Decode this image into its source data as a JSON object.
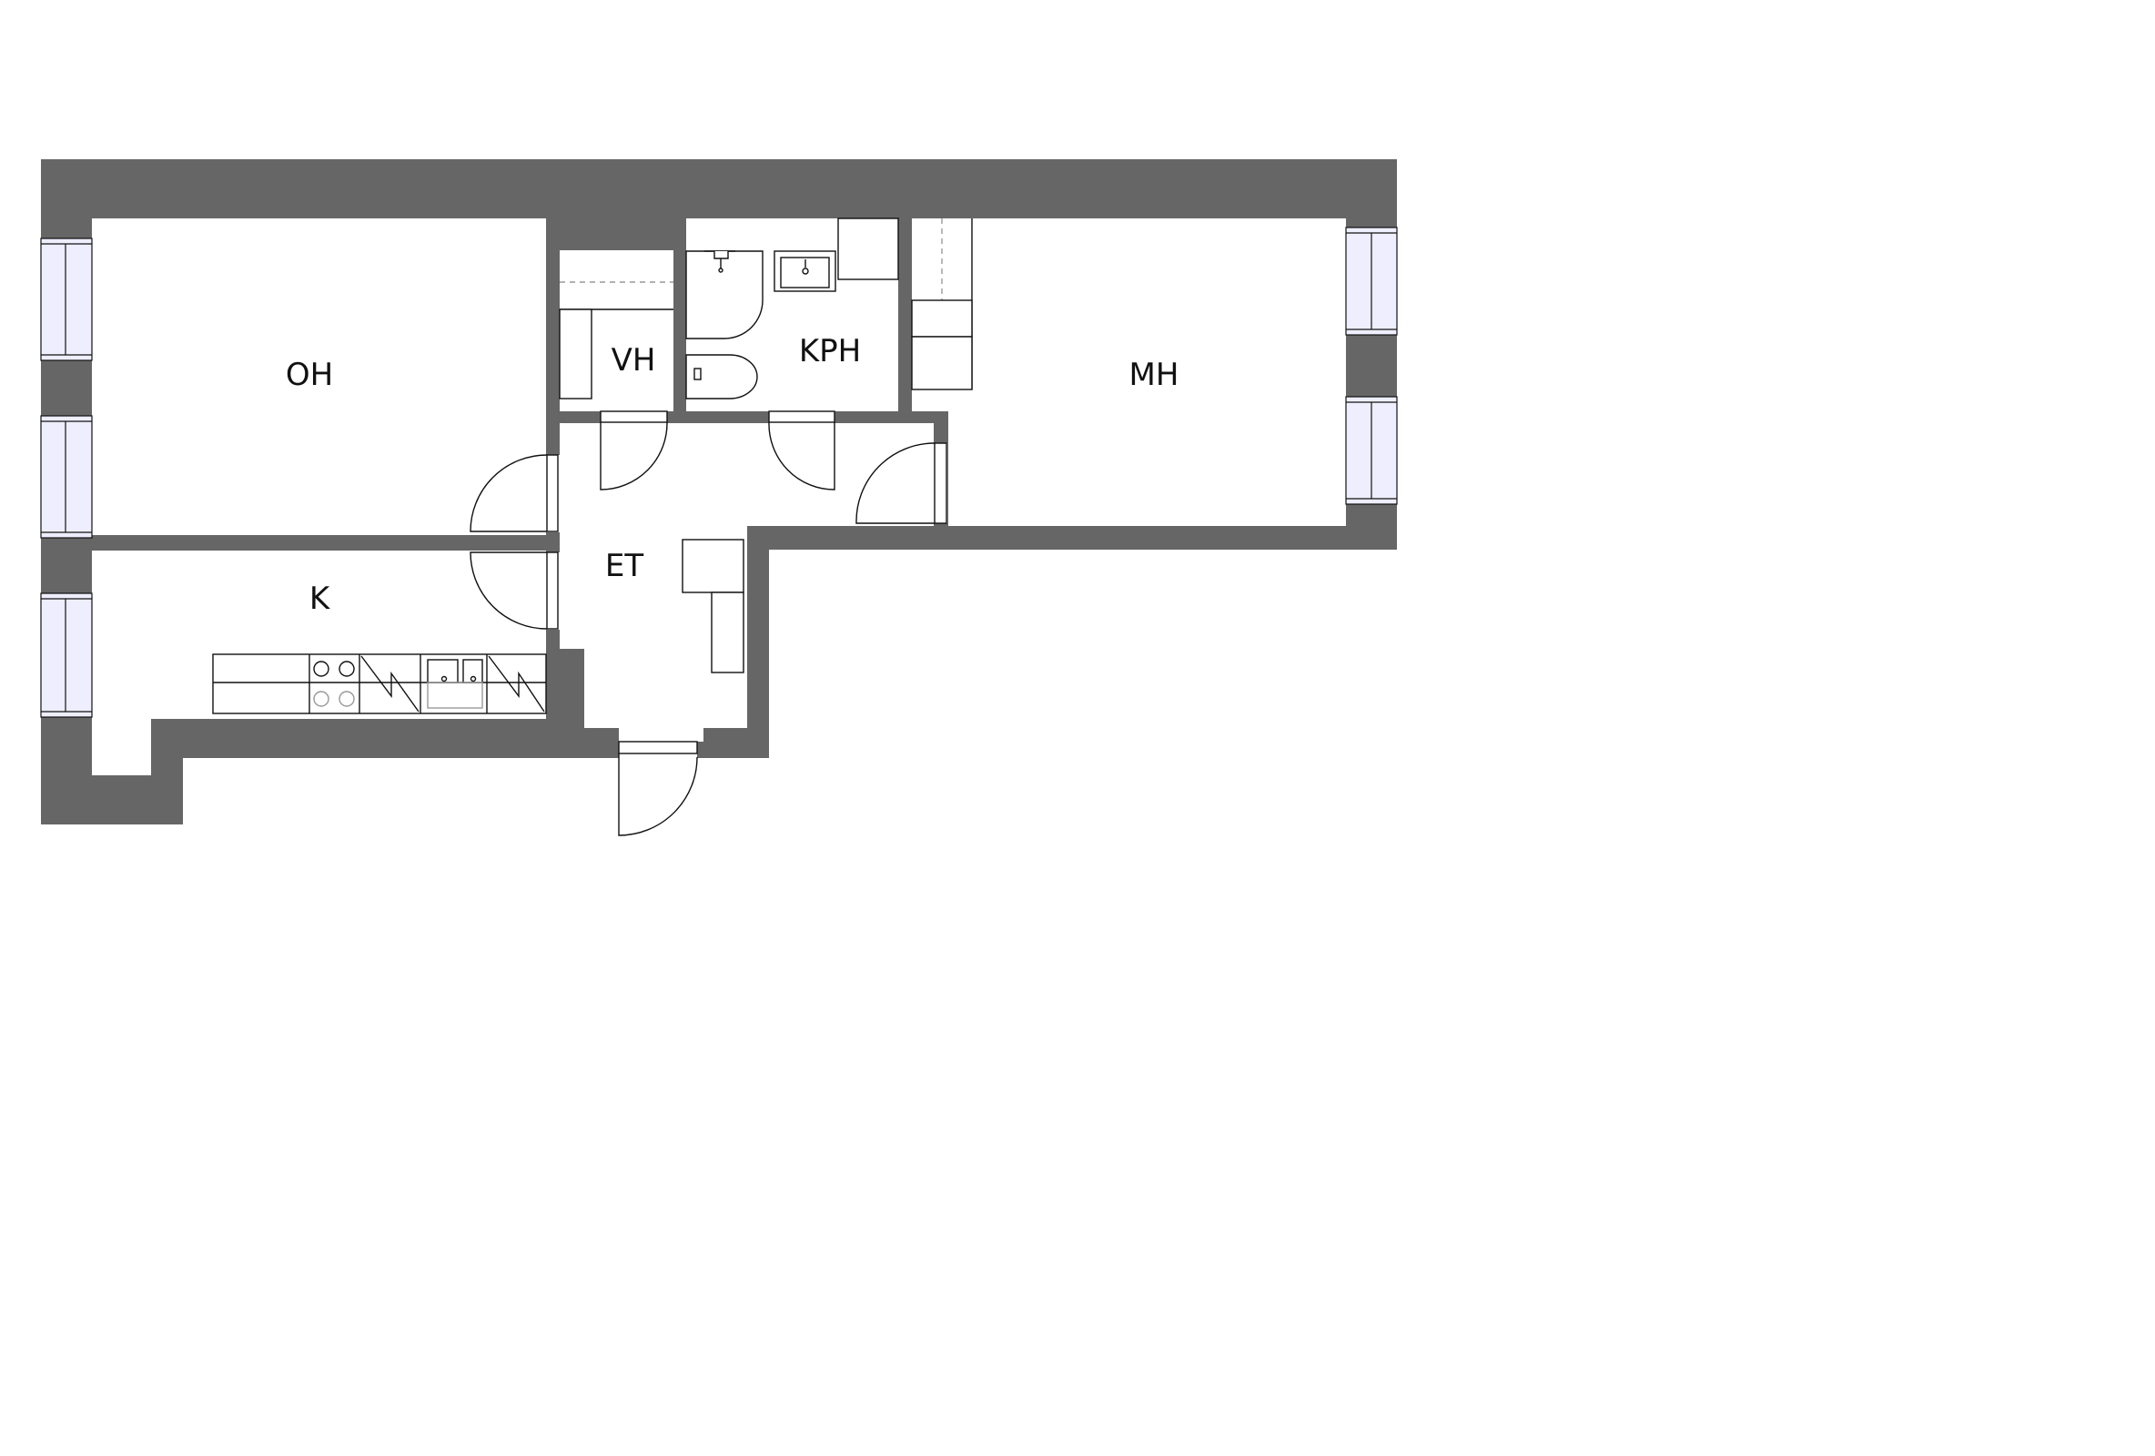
{
  "colors": {
    "wall": "#666666",
    "window_fill": "#eeeeff",
    "line": "#111111",
    "faint_line": "#999999",
    "background": "#ffffff"
  },
  "rooms": {
    "oh": "OH",
    "vh": "VH",
    "kph": "KPH",
    "mh": "MH",
    "k": "K",
    "et": "ET"
  }
}
